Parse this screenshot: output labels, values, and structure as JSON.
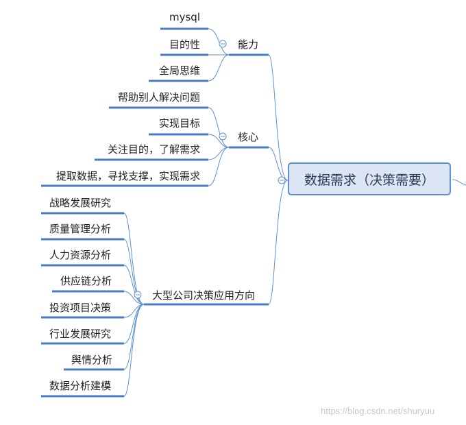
{
  "central_topic": "数据需求（决策需要）",
  "branches": [
    {
      "label": "能力",
      "children": [
        "mysql",
        "目的性",
        "全局思维"
      ]
    },
    {
      "label": "核心",
      "children": [
        "帮助别人解决问题",
        "实现目标",
        "关注目的，了解需求",
        "提取数据，寻找支撑，实现需求"
      ]
    },
    {
      "label": "大型公司决策应用方向",
      "children": [
        "战略发展研究",
        "质量管理分析",
        "人力资源分析",
        "供应链分析",
        "投资项目决策",
        "行业发展研究",
        "舆情分析",
        "数据分析建模"
      ]
    }
  ],
  "watermark": "https://blog.csdn.net/shuryuu",
  "colors": {
    "connector": "#5b8fd0",
    "underline": "#4a7cc4",
    "central_fill": "#dbe5f3",
    "central_border": "#5b8fd0",
    "watermark": "#c8c8c8"
  },
  "icons": {
    "collapse": "circle-minus-icon"
  }
}
